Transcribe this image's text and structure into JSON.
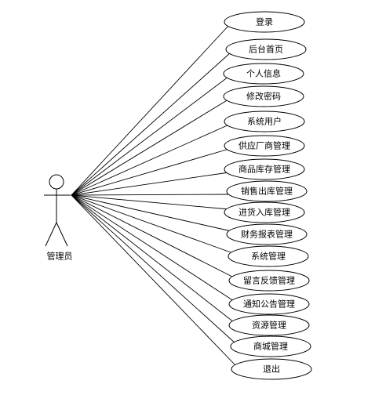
{
  "actor": {
    "label": "管理员"
  },
  "use_cases": [
    {
      "label": "登录"
    },
    {
      "label": "后台首页"
    },
    {
      "label": "个人信息"
    },
    {
      "label": "修改密码"
    },
    {
      "label": "系统用户"
    },
    {
      "label": "供应厂商管理"
    },
    {
      "label": "商品库存管理"
    },
    {
      "label": "销售出库管理"
    },
    {
      "label": "进货入库管理"
    },
    {
      "label": "财务报表管理"
    },
    {
      "label": "系统管理"
    },
    {
      "label": "留言反馈管理"
    },
    {
      "label": "通知公告管理"
    },
    {
      "label": "资源管理"
    },
    {
      "label": "商城管理"
    },
    {
      "label": "退出"
    }
  ],
  "colors": {
    "stroke": "#000000",
    "background": "#ffffff"
  }
}
